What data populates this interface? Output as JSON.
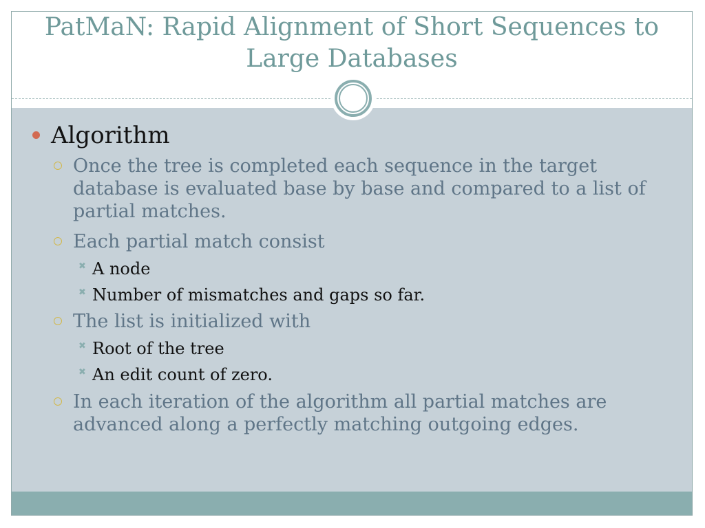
{
  "slide": {
    "title": "PatMaN: Rapid Alignment of Short Sequences to Large Databases",
    "bullets": {
      "heading": "Algorithm",
      "sub1": "Once the tree is completed each sequence in the target database is evaluated base by base and compared to a list of partial matches.",
      "sub2": "Each partial match consist",
      "sub2_items": [
        "A node",
        "Number of mismatches and gaps so far."
      ],
      "sub3": "The list is initialized with",
      "sub3_items": [
        "Root of the tree",
        "An edit count of zero."
      ],
      "sub4": "In each iteration of the algorithm all partial matches are advanced along a perfectly matching outgoing edges."
    }
  },
  "icons": {
    "level1_bullet": "filled-circle-icon",
    "level2_bullet": "hollow-circle-icon",
    "level3_bullet": "cross-star-icon"
  },
  "colors": {
    "title": "#6f9a9a",
    "content_background": "#c6d1d8",
    "footer_bar": "#8aaeaf",
    "level1_bullet": "#d26a52",
    "level2_bullet": "#d2b84a",
    "level2_text": "#5f7587",
    "level3_text": "#111111"
  }
}
